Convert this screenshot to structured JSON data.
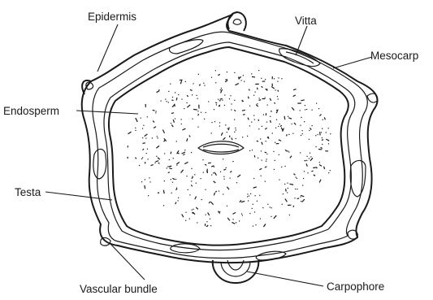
{
  "labels": {
    "epidermis": "Epidermis",
    "vitta": "Vitta",
    "mesocarp": "Mesocarp",
    "endosperm": "Endosperm",
    "testa": "Testa",
    "vascular_bundle": "Vascular bundle",
    "carpophore": "Carpophore"
  },
  "colors": {
    "ink": "#1a1a1a",
    "background": "#ffffff"
  }
}
